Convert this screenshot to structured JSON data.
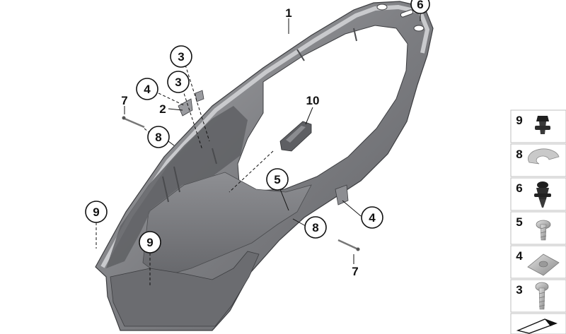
{
  "diagram": {
    "callouts": [
      {
        "id": "c1",
        "label": "1",
        "circled": false
      },
      {
        "id": "c6",
        "label": "6",
        "circled": true
      },
      {
        "id": "c3a",
        "label": "3",
        "circled": true
      },
      {
        "id": "c3b",
        "label": "3",
        "circled": true
      },
      {
        "id": "c4a",
        "label": "4",
        "circled": true
      },
      {
        "id": "c2",
        "label": "2",
        "circled": false
      },
      {
        "id": "c7a",
        "label": "7",
        "circled": false
      },
      {
        "id": "c8a",
        "label": "8",
        "circled": true
      },
      {
        "id": "c10",
        "label": "10",
        "circled": false
      },
      {
        "id": "c5",
        "label": "5",
        "circled": true
      },
      {
        "id": "c4b",
        "label": "4",
        "circled": true
      },
      {
        "id": "c9a",
        "label": "9",
        "circled": true
      },
      {
        "id": "c9b",
        "label": "9",
        "circled": true
      },
      {
        "id": "c8b",
        "label": "8",
        "circled": true
      },
      {
        "id": "c7b",
        "label": "7",
        "circled": false
      }
    ],
    "legend": [
      {
        "label": "9",
        "part": "expanding-rivet"
      },
      {
        "label": "8",
        "part": "washer-clip"
      },
      {
        "label": "6",
        "part": "push-rivet"
      },
      {
        "label": "5",
        "part": "screw"
      },
      {
        "label": "4",
        "part": "nut-clip"
      },
      {
        "label": "3",
        "part": "bolt"
      },
      {
        "label": "",
        "part": "symbol-arrow"
      }
    ],
    "colors": {
      "tray_dark": "#6f7074",
      "tray_mid": "#8b8c90",
      "tray_light": "#b4b5b8",
      "line": "#111111",
      "legend_border": "#bfbfbf"
    }
  }
}
